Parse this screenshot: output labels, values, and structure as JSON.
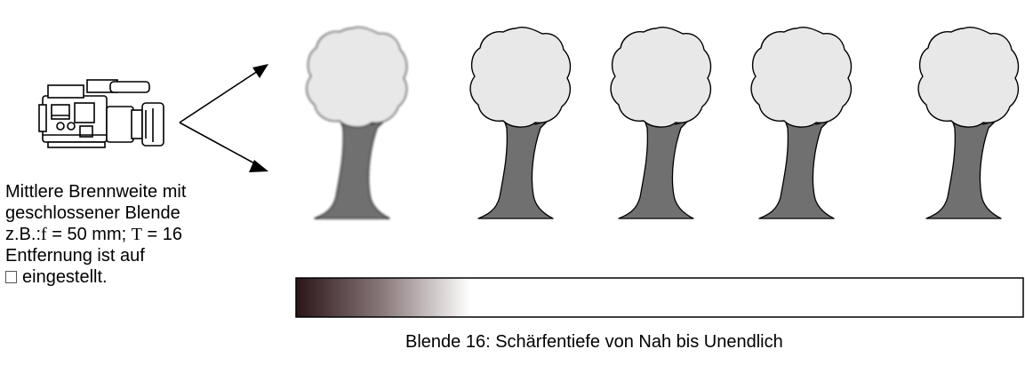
{
  "description": {
    "line1": "Mittlere Brennweite mit",
    "line2": "geschlossener Blende",
    "line3_prefix": "z.B.:",
    "line3_f": "f",
    "line3_mid": " = 50 mm;  ",
    "line3_t": "T",
    "line3_suffix": " = 16",
    "line4": "Entfernung ist auf",
    "line5": "eingestellt."
  },
  "caption": "Blende 16: Schärfentiefe von Nah bis Unendlich",
  "trees": [
    {
      "blur": "none"
    },
    {
      "blur": "none"
    },
    {
      "blur": "none"
    },
    {
      "blur": "none"
    },
    {
      "blur": "none"
    }
  ],
  "colors": {
    "crown": "#e8e8e8",
    "trunk": "#707070",
    "outline": "#000000",
    "gradient_dark": "#2a1518",
    "gradient_light": "#ffffff"
  },
  "icons": [
    "video-camera-icon",
    "arrow-up-icon",
    "arrow-down-icon"
  ]
}
